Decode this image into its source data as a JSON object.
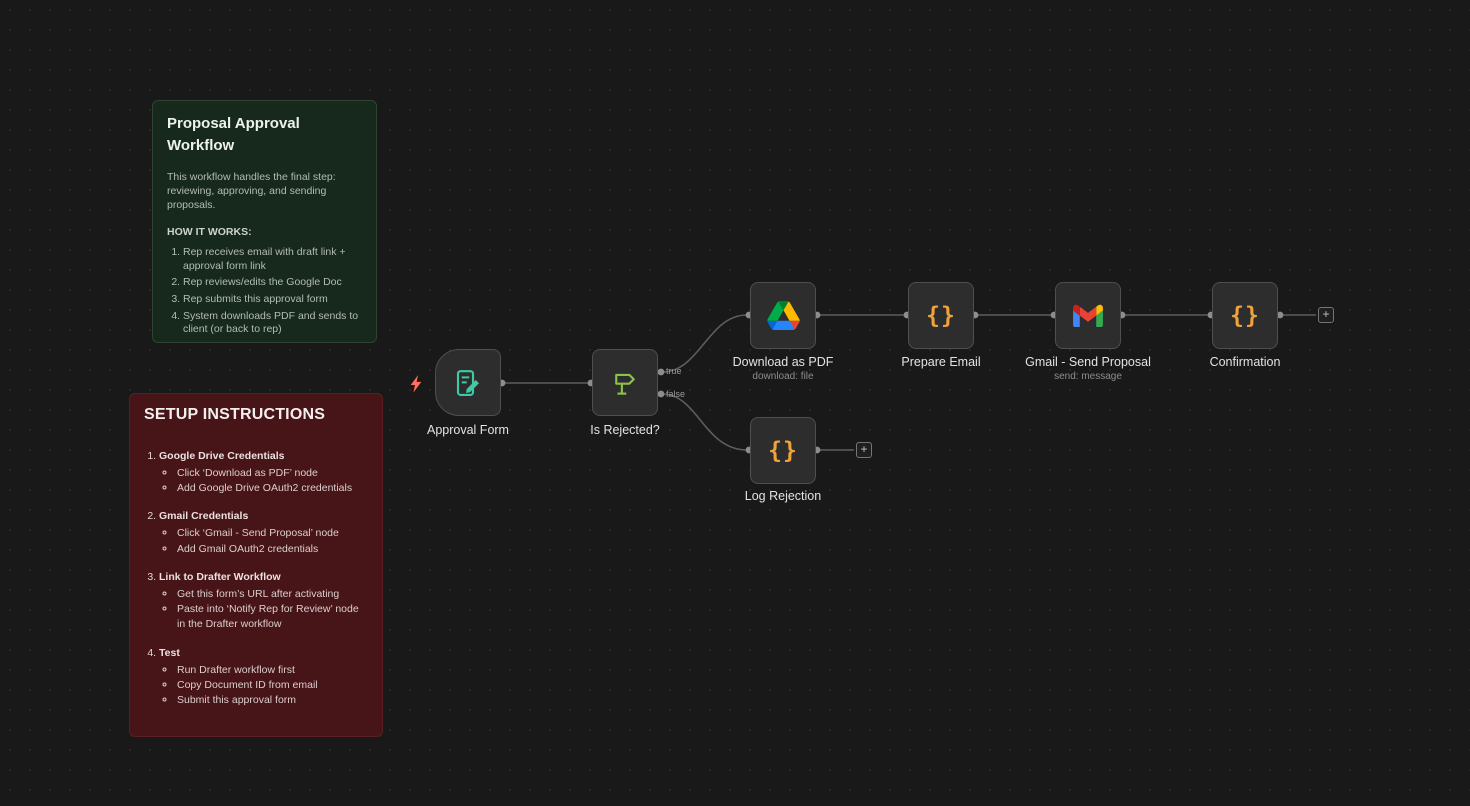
{
  "notes": {
    "workflow": {
      "title": "Proposal Approval Workflow",
      "body": "This workflow handles the final step: reviewing, approving, and sending proposals.",
      "heading": "HOW IT WORKS:",
      "steps": [
        "Rep receives email with draft link + approval form link",
        "Rep reviews/edits the Google Doc",
        "Rep submits this approval form",
        "System downloads PDF and sends to client (or back to rep)"
      ]
    },
    "setup": {
      "title": "SETUP INSTRUCTIONS",
      "sections": [
        {
          "heading": "Google Drive Credentials",
          "bullets": [
            "Click ‘Download as PDF’ node",
            "Add Google Drive OAuth2 credentials"
          ]
        },
        {
          "heading": "Gmail Credentials",
          "bullets": [
            "Click ‘Gmail - Send Proposal’ node",
            "Add Gmail OAuth2 credentials"
          ]
        },
        {
          "heading": "Link to Drafter Workflow",
          "bullets": [
            "Get this form’s URL after activating",
            "Paste into ‘Notify Rep for Review’ node in the Drafter workflow"
          ]
        },
        {
          "heading": "Test",
          "bullets": [
            "Run Drafter workflow first",
            "Copy Document ID from email",
            "Submit this approval form"
          ]
        }
      ]
    }
  },
  "nodes": [
    {
      "label": "Approval Form",
      "subtitle": "",
      "icon": "form-trigger"
    },
    {
      "label": "Is Rejected?",
      "subtitle": "",
      "icon": "if-signpost"
    },
    {
      "label": "Download as PDF",
      "subtitle": "download: file",
      "icon": "google-drive"
    },
    {
      "label": "Prepare Email",
      "subtitle": "",
      "icon": "code"
    },
    {
      "label": "Gmail - Send Proposal",
      "subtitle": "send: message",
      "icon": "gmail"
    },
    {
      "label": "Confirmation",
      "subtitle": "",
      "icon": "code"
    },
    {
      "label": "Log Rejection",
      "subtitle": "",
      "icon": "code"
    }
  ],
  "icons": {
    "code_glyph": "{}"
  },
  "edge_labels": {
    "true_label": "true",
    "false_label": "false"
  },
  "plus": {
    "label": "+"
  },
  "colors": {
    "canvas_bg": "#191919",
    "node_bg": "#2d2d2d",
    "connection": "#5d5d5d",
    "code_icon": "#f0a23c",
    "form_icon": "#3fc9a4",
    "if_icon": "#8bc34a",
    "bolt": "#ff6f5c",
    "green_note_bg": "#17291c",
    "red_note_bg": "#471517"
  }
}
